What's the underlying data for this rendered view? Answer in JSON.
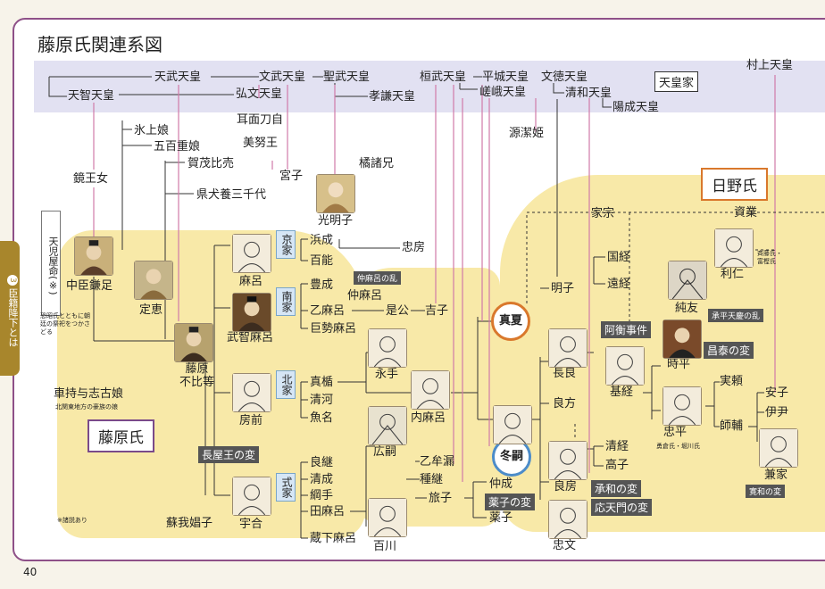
{
  "title": "藤原氏関連系図",
  "side_tab": {
    "number": "3",
    "label": "臣籍降下とは"
  },
  "page_number": "40",
  "box_labels": {
    "imperial": "天皇家",
    "fujiwara": "藤原氏",
    "hino": "日野氏",
    "ama": "天児屋命(※)"
  },
  "branches": {
    "kyo": "京家",
    "nan": "南家",
    "hoku": "北家",
    "shiki": "式家"
  },
  "circles": {
    "mafusa": "真夏",
    "fuyutsugu": "冬嗣"
  },
  "events": {
    "nakamaro": "仲麻呂の乱",
    "nagaya": "長屋王の変",
    "kusuko": "薬子の変",
    "shouhei": "承平天慶の乱",
    "akou": "阿衡事件",
    "shoutai": "昌泰の変",
    "jouwa": "承和の変",
    "outenmon": "応天門の変",
    "kanwa": "寛和の変"
  },
  "notes": {
    "ama_note": "恐昭氏とともに朝廷の祭祀をつかさどる",
    "kurumochi_note": "北関東地方の豪族の娘",
    "setsu": "※諸説あり",
    "hino_note": "斉藤氏・富樫氏",
    "tadahira_note": "勇倉氏・堀川氏"
  },
  "names": {
    "tenmu": "天武天皇",
    "monmu": "文武天皇",
    "shomu": "聖武天皇",
    "tenji": "天智天皇",
    "kobun": "弘文天皇",
    "koken": "孝謙天皇",
    "kanmu": "桓武天皇",
    "heizei": "平城天皇",
    "saga": "嵯峨天皇",
    "montoku": "文徳天皇",
    "seiwa": "清和天皇",
    "yozei": "陽成天皇",
    "murakami": "村上天皇",
    "kagami": "鏡王女",
    "hikami": "氷上娘",
    "ioe": "五百重娘",
    "kamo": "賀茂比売",
    "agatainu": "県犬養三千代",
    "tajihi": "耳面刀自",
    "mino": "美努王",
    "miyako": "宮子",
    "tachibana": "橘諸兄",
    "komyo": "光明子",
    "minamoto": "源潔姫",
    "kamatari": "中臣鎌足",
    "joe": "定恵",
    "fuhito": "藤原\n不比等",
    "kurumochi": "車持与志古娘",
    "soga": "蘇我娼子",
    "maro": "麻呂",
    "hamanari": "浜成",
    "momoyoshi": "百能",
    "tadafusa": "忠房",
    "muchimaro": "武智麻呂",
    "toyonari": "豊成",
    "nakamaro": "仲麻呂",
    "otomaro": "乙麻呂",
    "korekimi": "是公",
    "kiyoshi": "吉子",
    "kosemaro": "巨勢麻呂",
    "fusasaki": "房前",
    "nagate": "永手",
    "matate": "真楯",
    "kiyokawa": "清河",
    "uona": "魚名",
    "uchimaro": "内麻呂",
    "hirotsugu": "広嗣",
    "umakai": "宇合",
    "yoshitsugu": "良継",
    "kiyonari": "清成",
    "tsunade": "綱手",
    "tamaro": "田麻呂",
    "kurajimaro": "蔵下麻呂",
    "momokawa": "百川",
    "otomuro": "乙牟漏",
    "tanetsugu": "種継",
    "tabiko": "旅子",
    "nakanari": "仲成",
    "kusuko": "薬子",
    "iemune": "家宗",
    "sanenori": "資業",
    "akiko": "明子",
    "nagayoshi": "長良",
    "yoshikado": "良方",
    "yoshifusa": "良房",
    "tadafumi": "忠文",
    "kunitsune": "国経",
    "tootsune": "遠経",
    "mototsune": "基経",
    "kiyotsune": "清経",
    "takaiko": "高子",
    "sumitomo": "純友",
    "tokihira": "時平",
    "tadahira": "忠平",
    "sanenori2": "実頼",
    "morosuke": "師輔",
    "yasuko": "安子",
    "iyo": "伊尹",
    "kaneie": "兼家",
    "toshihito": "利仁"
  }
}
